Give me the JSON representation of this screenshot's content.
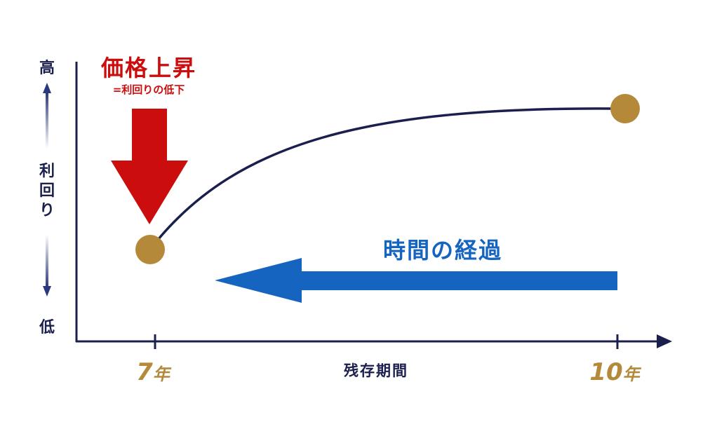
{
  "y_axis": {
    "high_label": "高",
    "title": "利回り",
    "low_label": "低"
  },
  "x_axis": {
    "title": "残存期間",
    "tick_left": "7",
    "tick_left_unit": "年",
    "tick_right": "10",
    "tick_right_unit": "年"
  },
  "annotation": {
    "title": "価格上昇",
    "subtitle": "=利回りの低下"
  },
  "time_arrow": {
    "label": "時間の経過"
  },
  "colors": {
    "axis": "#1b1f4e",
    "curve": "#1b1f4e",
    "point": "#b48a3a",
    "down_arrow": "#cc0d0d",
    "time_arrow": "#1565c0",
    "axis_arrows": "#3a4a8a"
  }
}
